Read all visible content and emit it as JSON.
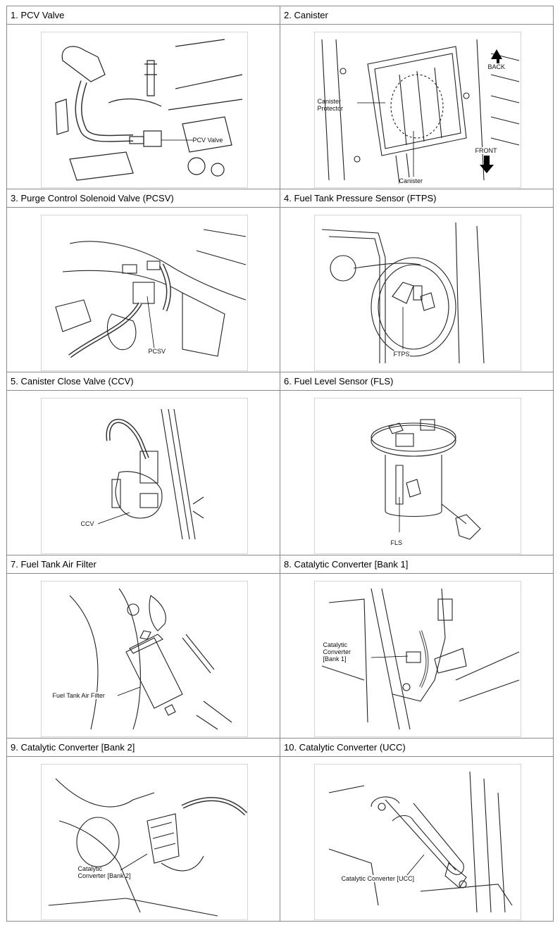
{
  "cells": [
    {
      "title": "1. PCV Valve",
      "labels": [
        "PCV Valve"
      ]
    },
    {
      "title": "2. Canister",
      "labels": [
        "BACK",
        "Canister\nProtector",
        "FRONT",
        "Canister"
      ]
    },
    {
      "title": "3. Purge Control Solenoid Valve (PCSV)",
      "labels": [
        "PCSV"
      ]
    },
    {
      "title": "4. Fuel Tank Pressure Sensor (FTPS)",
      "labels": [
        "FTPS"
      ]
    },
    {
      "title": "5. Canister Close Valve (CCV)",
      "labels": [
        "CCV"
      ]
    },
    {
      "title": "6. Fuel Level Sensor (FLS)",
      "labels": [
        "FLS"
      ]
    },
    {
      "title": "7. Fuel Tank Air Filter",
      "labels": [
        "Fuel Tank Air Filter"
      ]
    },
    {
      "title": "8. Catalytic Converter [Bank 1]",
      "labels": [
        "Catalytic\nConverter\n[Bank 1]"
      ]
    },
    {
      "title": "9. Catalytic Converter [Bank 2]",
      "labels": [
        "Catalytic\nConverter [Bank 2]"
      ]
    },
    {
      "title": "10. Catalytic Converter (UCC)",
      "labels": [
        "Catalytic Converter [UCC]"
      ]
    }
  ]
}
